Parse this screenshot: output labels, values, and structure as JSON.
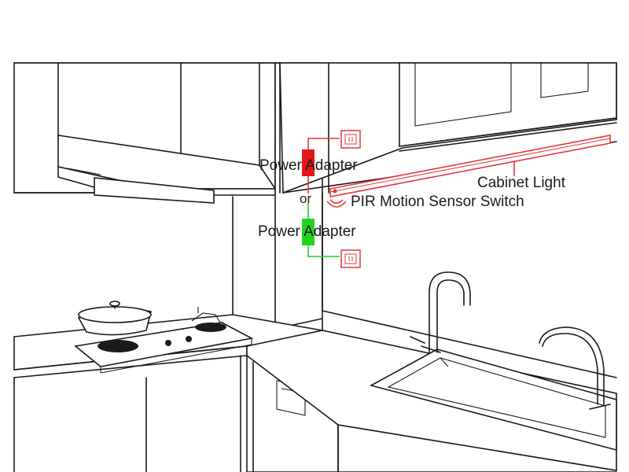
{
  "labels": {
    "power_adapter_top": "Power Adapter",
    "or": "or",
    "power_adapter_bottom": "Power Adapter",
    "cabinet_light": "Cabinet Light",
    "pir_sensor": "PIR Motion Sensor Switch"
  },
  "colors": {
    "line": "#1a1a1a",
    "adapter_red": "#e3141a",
    "adapter_green": "#1fd41f",
    "light_strip": "#e23a3a",
    "outlet": "#e23a3a"
  }
}
